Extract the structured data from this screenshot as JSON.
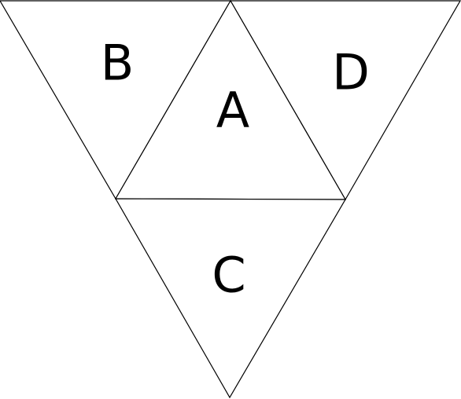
{
  "figure": {
    "faces": [
      {
        "id": "A",
        "label": "A"
      },
      {
        "id": "B",
        "label": "B"
      },
      {
        "id": "C",
        "label": "C"
      },
      {
        "id": "D",
        "label": "D"
      }
    ]
  }
}
